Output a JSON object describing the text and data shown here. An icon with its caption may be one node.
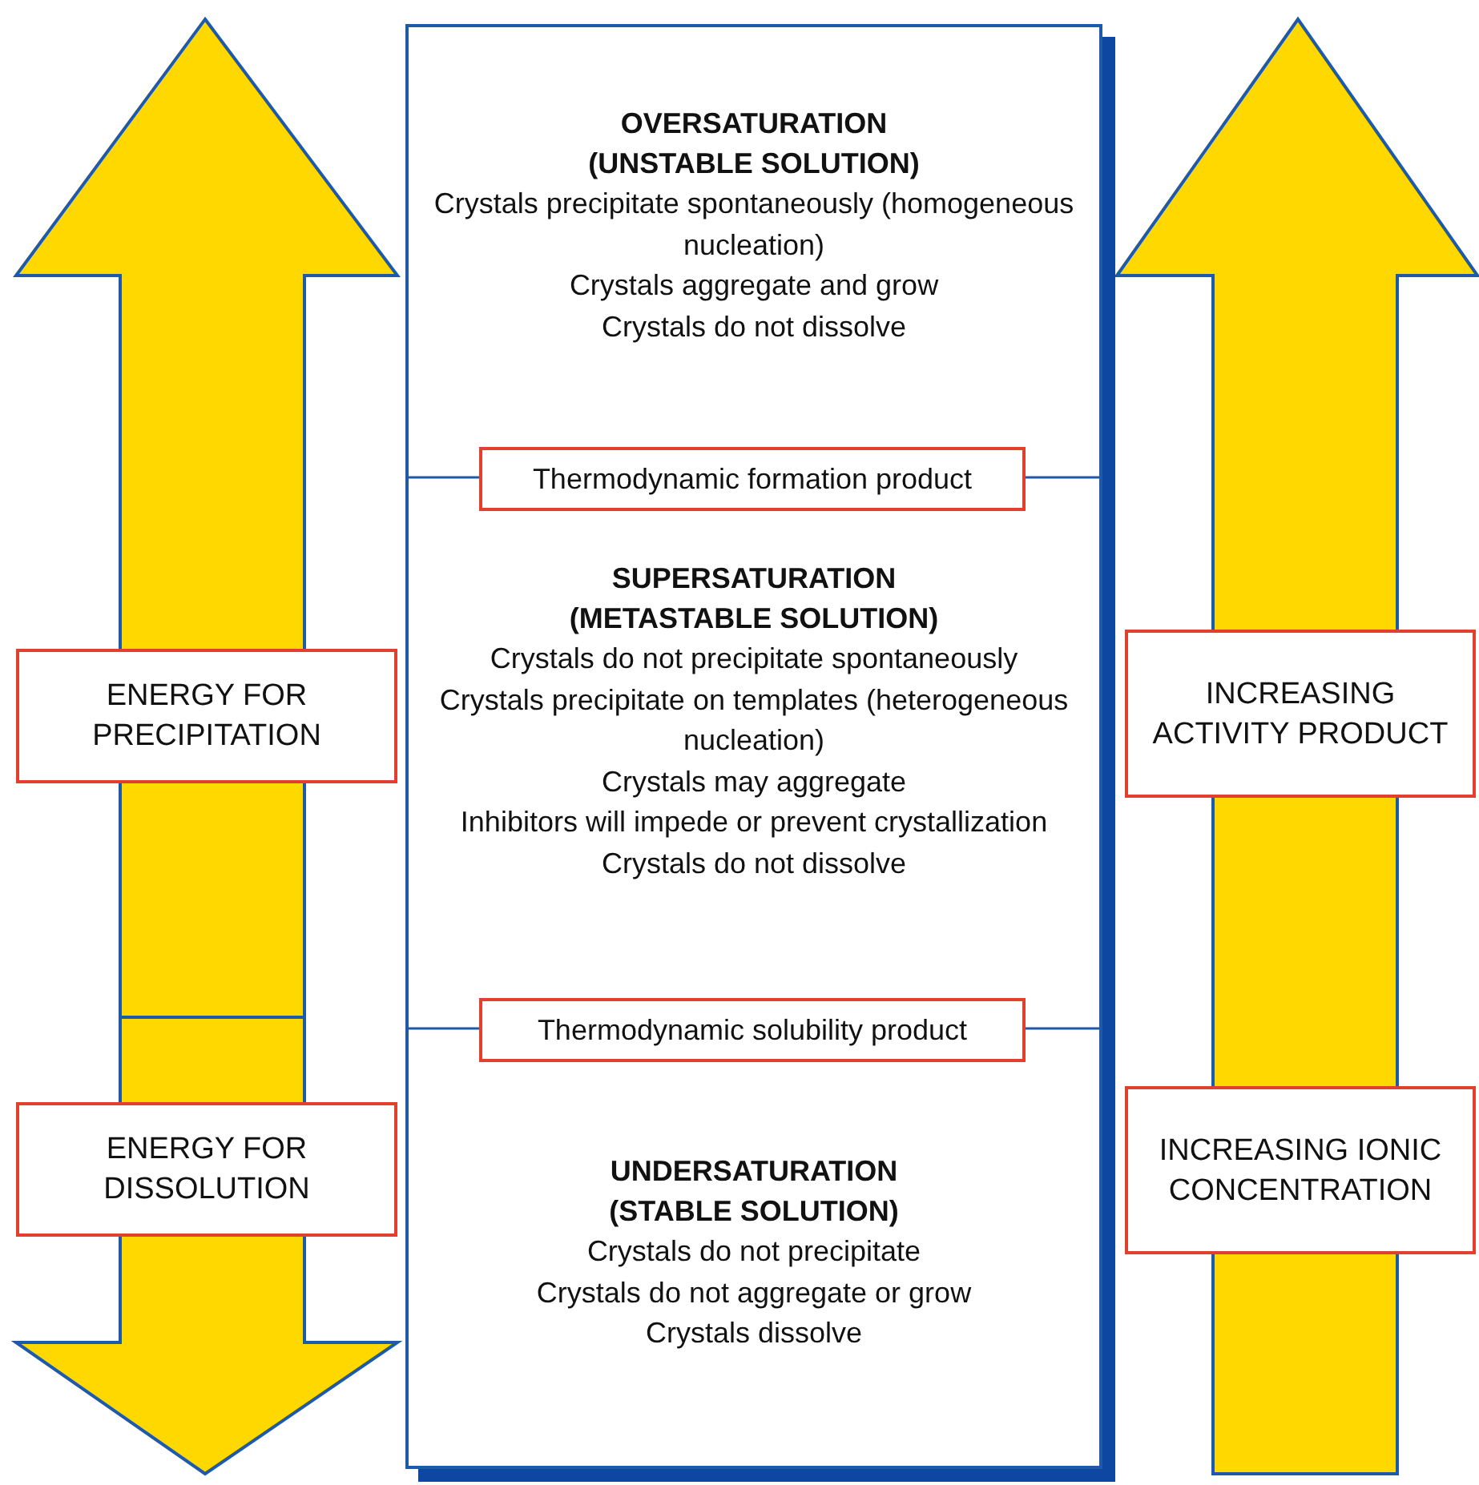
{
  "diagram": {
    "nodes": [
      {
        "text": [
          "OVERSATURATION (UNSTABLE SOLUTION)",
          "Crystals precipitate spontaneously (homogeneous nucleation)",
          "Crystals aggregate and grow",
          "Crystals do not dissolve",
          "SUPERSATURATION (METASTABLE SOLUTION)",
          "Crystals do not precipitate spontaneously",
          "Crystals precipitate on templates (heterogeneous nucleation)",
          "Crystals may aggregate",
          "Inhibitors will impede or prevent crystallization",
          "Crystals do not dissolve",
          "UNDERSATURATION (STABLE SOLUTION)",
          "Crystals do not precipitate",
          "Crystals do not aggregate or grow",
          "Crystals dissolve"
        ]
      },
      {
        "text": [
          "Thermodynamic formation product"
        ],
        "in": 0
      },
      {
        "text": [
          "Thermodynamic solubility product"
        ],
        "in": 0
      },
      {
        "text": [
          "ENERGY FOR PRECIPITATION"
        ]
      },
      {
        "text": [
          "ENERGY FOR DISSOLUTION"
        ]
      },
      {
        "text": [
          "INCREASING ACTIVITY PRODUCT"
        ]
      },
      {
        "text": [
          "INCREASING IONIC CONCENTRATION"
        ]
      }
    ],
    "edges": []
  }
}
